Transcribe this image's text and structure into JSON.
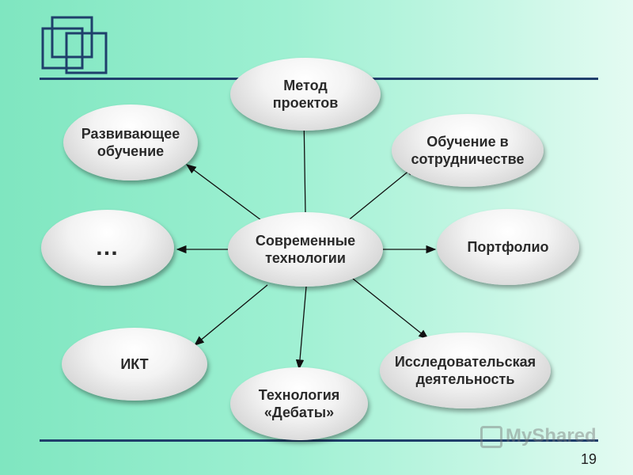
{
  "diagram": {
    "center": "Современные\nтехнологии",
    "nodes": {
      "project_method": "Метод\nпроектов",
      "developmental": "Развивающее\nобучение",
      "cooperation": "Обучение в\nсотрудничестве",
      "ellipsis": "…",
      "portfolio": "Портфолио",
      "ict": "ИКТ",
      "debates": "Технология\n«Дебаты»",
      "research": "Исследовательская\nдеятельность"
    }
  },
  "footer": {
    "page_number": "19",
    "watermark": "MyShared"
  },
  "colors": {
    "line": "#1f3f6b",
    "node_text": "#2a2a2a",
    "background_left": "#7fe6c0",
    "background_right": "#e4fbf2"
  }
}
